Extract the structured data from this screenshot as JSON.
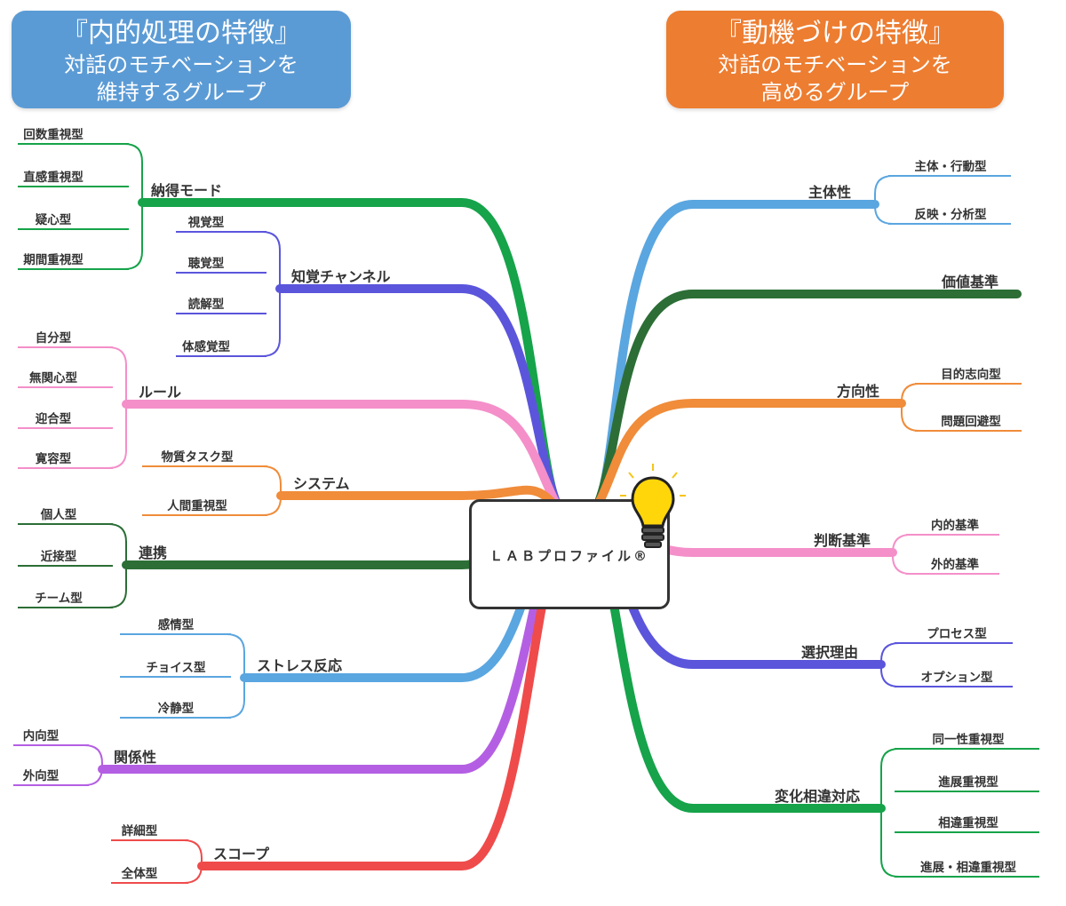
{
  "header_left": {
    "title": "『内的処理の特徴』",
    "line1": "対話のモチベーションを",
    "line2": "維持するグループ",
    "color": "#5b9bd5"
  },
  "header_right": {
    "title": "『動機づけの特徴』",
    "line1": "対話のモチベーションを",
    "line2": "高めるグループ",
    "color": "#ed7d31"
  },
  "center": {
    "label": "ＬＡＢプロファイル®"
  },
  "left_branches": [
    {
      "label": "納得モード",
      "color": "#16a34a",
      "leaves": [
        "回数重視型",
        "直感重視型",
        "疑心型",
        "期間重視型"
      ]
    },
    {
      "label": "知覚チャンネル",
      "color": "#5b55dc",
      "leaves": [
        "視覚型",
        "聴覚型",
        "読解型",
        "体感覚型"
      ]
    },
    {
      "label": "ルール",
      "color": "#f48fc9",
      "leaves": [
        "自分型",
        "無関心型",
        "迎合型",
        "寛容型"
      ]
    },
    {
      "label": "システム",
      "color": "#f08c3a",
      "leaves": [
        "物質タスク型",
        "人間重視型"
      ]
    },
    {
      "label": "連携",
      "color": "#2c6e36",
      "leaves": [
        "個人型",
        "近接型",
        "チーム型"
      ]
    },
    {
      "label": "ストレス反応",
      "color": "#5aa6e0",
      "leaves": [
        "感情型",
        "チョイス型",
        "冷静型"
      ]
    },
    {
      "label": "関係性",
      "color": "#b45fe3",
      "leaves": [
        "内向型",
        "外向型"
      ]
    },
    {
      "label": "スコープ",
      "color": "#ef4b4b",
      "leaves": [
        "詳細型",
        "全体型"
      ]
    }
  ],
  "right_branches": [
    {
      "label": "主体性",
      "color": "#5aa6e0",
      "leaves": [
        "主体・行動型",
        "反映・分析型"
      ]
    },
    {
      "label": "価値基準",
      "color": "#2c6e36",
      "leaves": []
    },
    {
      "label": "方向性",
      "color": "#f08c3a",
      "leaves": [
        "目的志向型",
        "問題回避型"
      ]
    },
    {
      "label": "判断基準",
      "color": "#f48fc9",
      "leaves": [
        "内的基準",
        "外的基準"
      ]
    },
    {
      "label": "選択理由",
      "color": "#5b55dc",
      "leaves": [
        "プロセス型",
        "オプション型"
      ]
    },
    {
      "label": "変化相違対応",
      "color": "#16a34a",
      "leaves": [
        "同一性重視型",
        "進展重視型",
        "相違重視型",
        "進展・相違重視型"
      ]
    }
  ]
}
